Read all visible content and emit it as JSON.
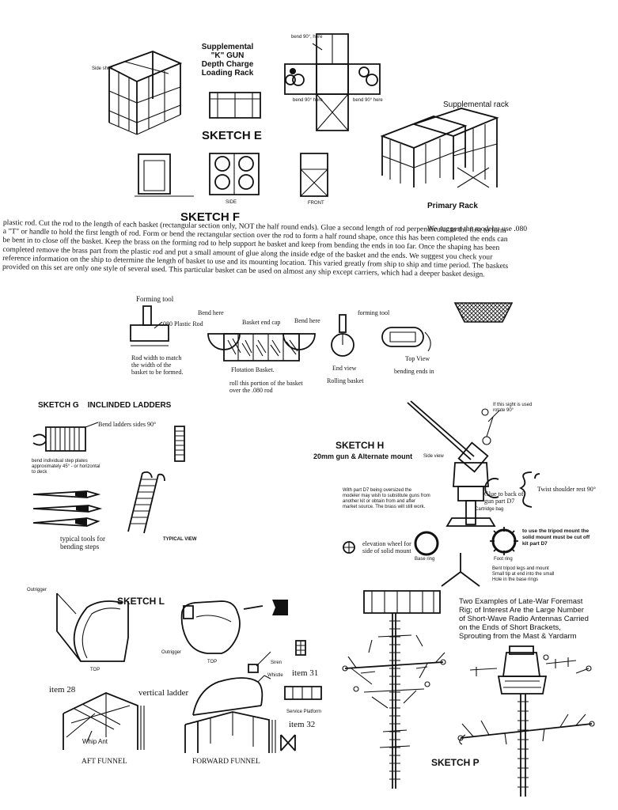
{
  "sketch_e": {
    "rack_title": [
      "Supplemental",
      "\"K\" GUN",
      "Depth Charge",
      "Loading Rack"
    ],
    "side_shelf": "Side shelf",
    "bend_here_top": "bend 90°, here",
    "bend_here_left": "bend 90° here",
    "bend_here_right": "bend 90° here",
    "title": "SKETCH  E",
    "supplemental_rack": "Supplemental rack",
    "primary_rack": "Primary Rack",
    "side": "SIDE",
    "front": "FRONT"
  },
  "sketch_f": {
    "title": "SKETCH  F",
    "suggest": "We suggest the modeler use .080",
    "paragraph": [
      "plastic rod.  Cut the rod to the length of each basket (rectangular section only, NOT the half round ends).  Glue a second length of rod perpendicular to the first to form",
      "a \"T\" or handle to hold the first length of rod.  Form or bend the rectangular section over the rod to form a half round shape, once this has been completed the ends can",
      "be bent in to close off the basket.  Keep the brass on the forming rod to help support he basket and keep from bending the ends in too far.  Once the shaping has been",
      "completed remove the brass part from the plastic rod and put a small amount of glue along the inside edge of the basket and the ends.    We suggest you check your",
      "reference information on the ship to determine the length of basket to use and its mounting location.  This varied greatly from ship to ship and time period.   The baskets",
      "provided on this set are only one style of several used.  This particular basket can be used on almost any ship except carriers, which had a deeper basket design."
    ],
    "forming_tool": "Forming tool",
    "plastic_rod": ".080 Plastic Rod",
    "rod_width": [
      "Rod width to match",
      "the width of the",
      "basket to be formed."
    ],
    "bend_here_1": "Bend here",
    "basket_end_cap": "Basket end cap",
    "bend_here_2": "Bend here",
    "flotation_basket": "Flotation Basket.",
    "roll_portion": [
      "roll this portion of the basket",
      "over the .080 rod"
    ],
    "forming_tool_2": "forming tool",
    "end_view": "End view",
    "rolling_basket": "Rolling basket",
    "top_view": "Top View",
    "bending_ends": "bending ends in"
  },
  "sketch_g": {
    "title": "SKETCH G    INCLINDED LADDERS",
    "bend_ladders": "Bend ladders sides 90°",
    "bend_steps": [
      "bend individual step plates",
      "approximately 45° - or horizontal",
      "to deck"
    ],
    "tools": [
      "typical tools for",
      "bending steps"
    ],
    "typical_view": "TYPICAL VIEW"
  },
  "sketch_h": {
    "title": "SKETCH  H",
    "subtitle": "20mm gun & Alternate mount",
    "side_view": "Side view",
    "sight_note": [
      "If this sight is used",
      "rotate 90°"
    ],
    "oversized_note": [
      "With part D7 being oversized the",
      "modeler may wish to substitute guns from",
      "another kit or obtain from and after",
      "market source. The brass will still work."
    ],
    "glue_note": [
      "Glue to back of",
      "gun  part D7"
    ],
    "cartridge_bag": "Cartridge bag",
    "shoulder_rest": "Twist shoulder rest 90°",
    "elevation_wheel": [
      "elevation wheel for",
      "side of solid mount"
    ],
    "base_ring": "Base ring",
    "foot_ring": "Foot ring",
    "tripod_note": [
      "to use the tripod mount the",
      "solid mount must be cut off",
      "kit part D7"
    ],
    "tripod_legs": [
      "Bent tripod legs and mount",
      "Small tip at end into the small",
      "Hole in the base rings"
    ]
  },
  "sketch_l": {
    "title": "SKETCH  L",
    "outrigger_1": "Outrigger",
    "outrigger_2": "Outrigger",
    "top_1": "TOP",
    "top_2": "TOP",
    "siren": "Siren",
    "whistle": "Whistle",
    "item_31": "item 31",
    "item_28": "item 28",
    "vertical_ladder": "vertical ladder",
    "service_platform": "Service Platform",
    "item_32": "item 32",
    "whip_ant": "Whip Ant",
    "aft_funnel": "AFT FUNNEL",
    "forward_funnel": "FORWARD FUNNEL"
  },
  "sketch_p": {
    "title": "SKETCH  P",
    "note": [
      "Two Examples of Late-War Foremast",
      "Rig; of Interest Are the Large Number",
      "of Short-Wave Radio Antennas Carried",
      "on the Ends of Short Brackets,",
      "Sprouting from the Mast & Yardarm"
    ]
  }
}
